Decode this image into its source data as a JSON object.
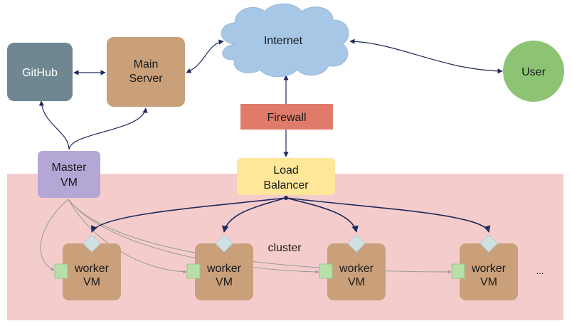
{
  "nodes": {
    "github": {
      "label": "GitHub",
      "color": "#6f8791"
    },
    "main_server": {
      "label_line1": "Main",
      "label_line2": "Server",
      "color": "#c9a07a"
    },
    "internet": {
      "label": "Internet",
      "color": "#a7c7e7"
    },
    "user": {
      "label": "User",
      "color": "#8cc474"
    },
    "firewall": {
      "label": "Firewall",
      "color": "#e07b6b"
    },
    "load_balancer": {
      "label_line1": "Load",
      "label_line2": "Balancer",
      "color": "#ffe699"
    },
    "master_vm": {
      "label_line1": "Master",
      "label_line2": "VM",
      "color": "#b4a7d6"
    }
  },
  "cluster": {
    "label": "cluster",
    "color": "#f4cccc"
  },
  "workers": [
    {
      "label_line1": "worker",
      "label_line2": "VM"
    },
    {
      "label_line1": "worker",
      "label_line2": "VM"
    },
    {
      "label_line1": "worker",
      "label_line2": "VM"
    },
    {
      "label_line1": "worker",
      "label_line2": "VM"
    }
  ],
  "worker_style": {
    "box_color": "#c9a07a",
    "port_color": "#b7dfa8",
    "diamond_color": "#d0e0e3"
  },
  "ellipsis": "...",
  "edge_color": "#1f2a5c",
  "thin_edge_color": "#999999"
}
